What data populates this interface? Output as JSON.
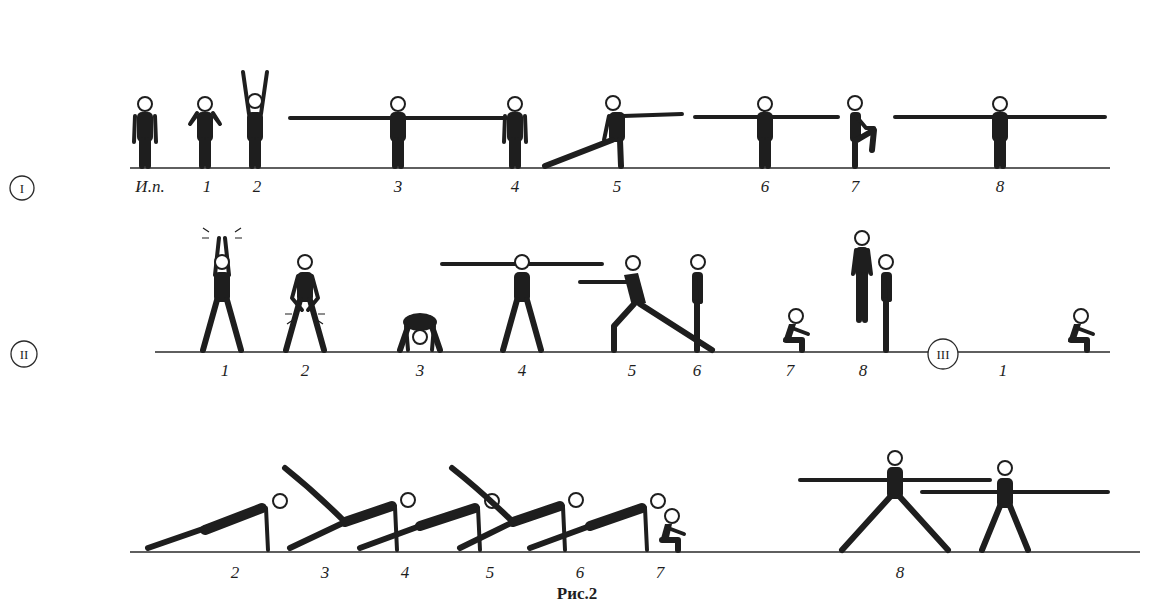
{
  "diagram": {
    "caption": "Рис.2",
    "labels": [
      "I",
      "И.п.",
      "1",
      "2",
      "3",
      "4",
      "5",
      "6",
      "7",
      "8",
      "II",
      "1",
      "2",
      "3",
      "4",
      "5",
      "6",
      "7",
      "8",
      "III",
      "1",
      "2",
      "3",
      "4",
      "5",
      "6",
      "7",
      "8"
    ]
  }
}
